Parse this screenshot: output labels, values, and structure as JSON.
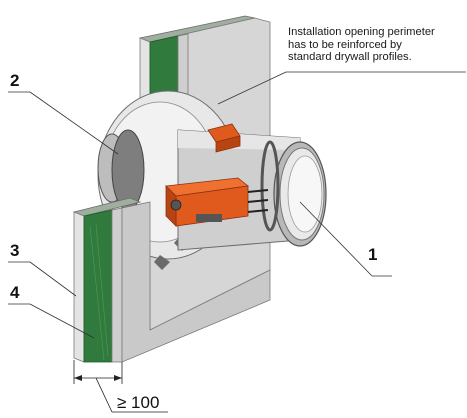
{
  "note_lines": [
    "Installation opening perimeter",
    "has to be reinforced by",
    "standard drywall profiles."
  ],
  "callouts": {
    "c1": "1",
    "c2": "2",
    "c3": "3",
    "c4": "4"
  },
  "dimension_label": "≥ 100",
  "colors": {
    "board_face": "#d7d7d7",
    "board_edge": "#b9b9b9",
    "insulation": "#2f7a3c",
    "actuator": "#e05a1e",
    "metal": "#c8c8c8"
  }
}
